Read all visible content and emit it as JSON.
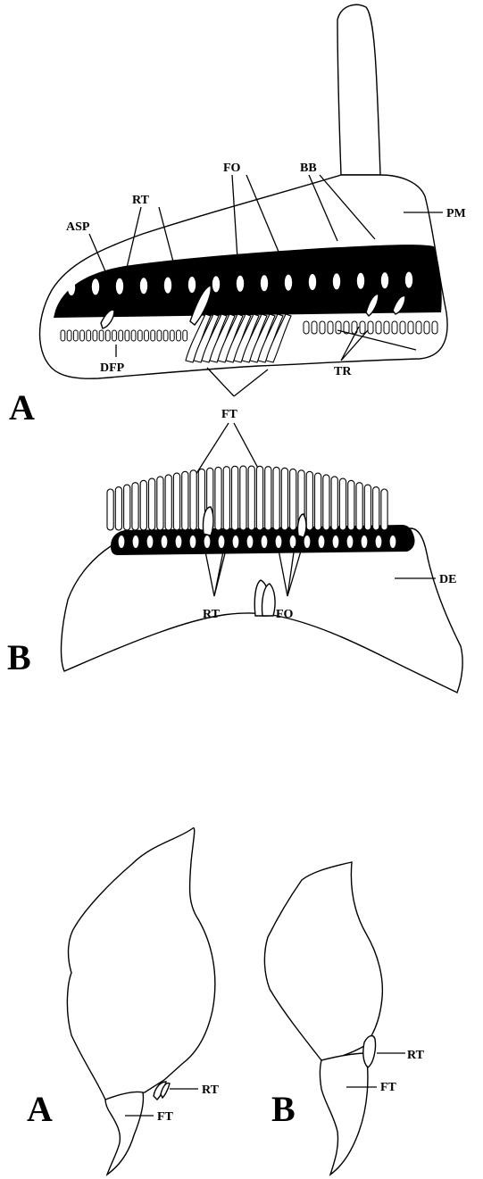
{
  "colors": {
    "ink": "#000000",
    "paper": "#ffffff"
  },
  "panels": {
    "fig1_a": {
      "letter": "A",
      "labels": {
        "asp": "ASP",
        "rt": "RT",
        "fo": "FO",
        "bb": "BB",
        "pm": "PM",
        "dfp": "DFP",
        "ft": "FT",
        "tr": "TR"
      }
    },
    "fig1_b": {
      "letter": "B",
      "labels": {
        "ft": "FT",
        "de": "DE",
        "rt": "RT",
        "fo": "FO"
      }
    },
    "fig2_a": {
      "letter": "A",
      "labels": {
        "rt": "RT",
        "ft": "FT"
      }
    },
    "fig2_b": {
      "letter": "B",
      "labels": {
        "rt": "RT",
        "ft": "FT"
      }
    }
  }
}
